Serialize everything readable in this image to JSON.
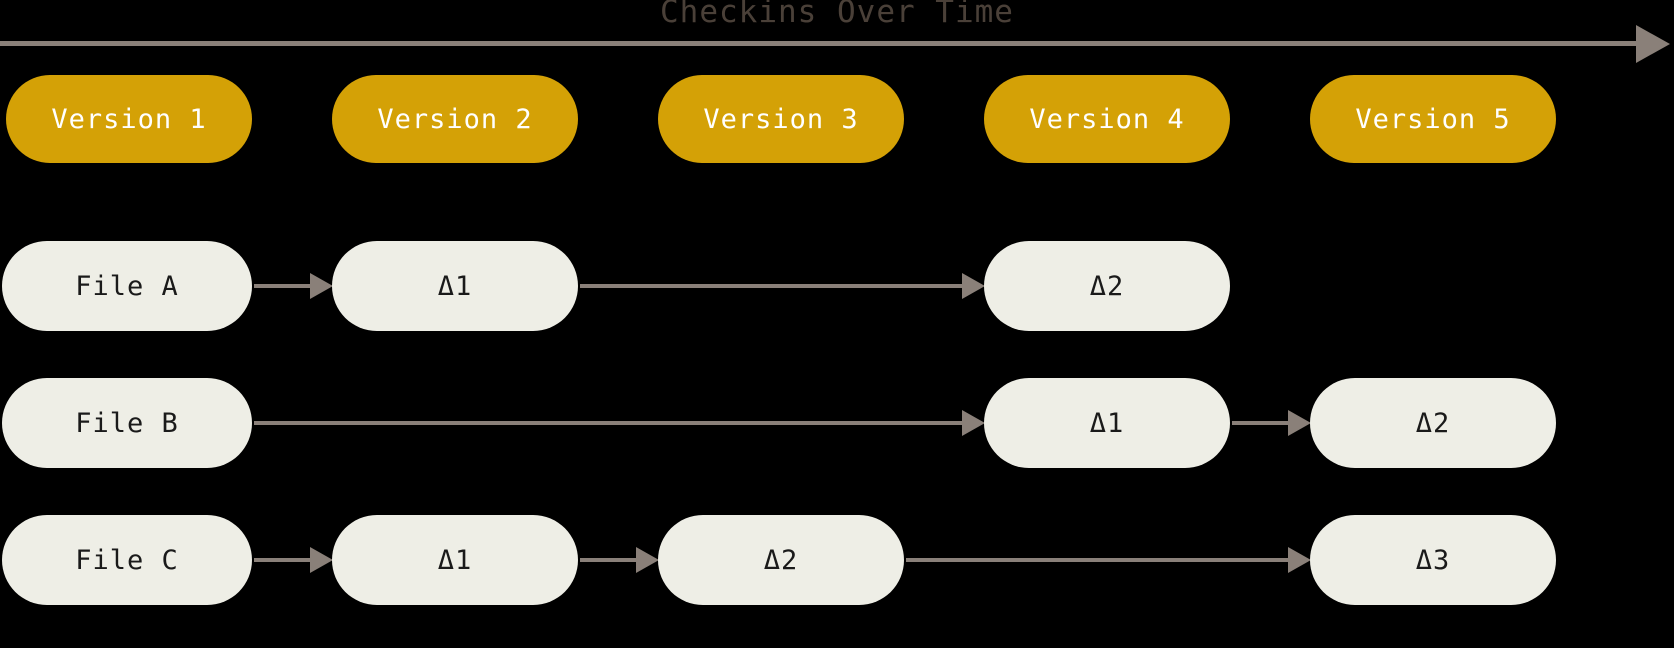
{
  "diagram": {
    "title": "Checkins Over Time",
    "colors": {
      "background": "#000000",
      "version_pill": "#d4a106",
      "version_text": "#ffffff",
      "node_box": "#eeeee6",
      "node_text": "#1a1a1a",
      "arrow": "#8a8079",
      "title_text": "#4a4038"
    },
    "timeline": {
      "axis_label": "Checkins Over Time",
      "arrow_direction": "right"
    },
    "versions": [
      {
        "label": "Version 1"
      },
      {
        "label": "Version 2"
      },
      {
        "label": "Version 3"
      },
      {
        "label": "Version 4"
      },
      {
        "label": "Version 5"
      }
    ],
    "rows": [
      {
        "name": "File A",
        "nodes": [
          {
            "label": "File A",
            "version": 1
          },
          {
            "label": "Δ1",
            "version": 2
          },
          {
            "label": "Δ2",
            "version": 4
          }
        ]
      },
      {
        "name": "File B",
        "nodes": [
          {
            "label": "File B",
            "version": 1
          },
          {
            "label": "Δ1",
            "version": 4
          },
          {
            "label": "Δ2",
            "version": 5
          }
        ]
      },
      {
        "name": "File C",
        "nodes": [
          {
            "label": "File C",
            "version": 1
          },
          {
            "label": "Δ1",
            "version": 2
          },
          {
            "label": "Δ2",
            "version": 3
          },
          {
            "label": "Δ3",
            "version": 5
          }
        ]
      }
    ]
  }
}
